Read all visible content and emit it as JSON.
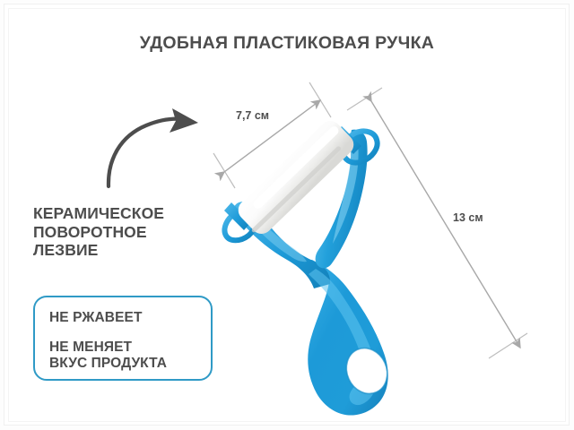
{
  "page": {
    "background_color": "#ffffff",
    "frame_color": "#f0f0f0"
  },
  "header": {
    "title": "УДОБНАЯ ПЛАСТИКОВАЯ РУЧКА"
  },
  "features": {
    "blade_label_line1": "КЕРАМИЧЕСКОЕ",
    "blade_label_line2": "ПОВОРОТНОЕ",
    "blade_label_line3": "ЛЕЗВИЕ"
  },
  "info_box": {
    "border_color": "#2f9ac6",
    "line1": "НЕ РЖАВЕЕТ",
    "line2_part1": "НЕ МЕНЯЕТ",
    "line2_part2": "ВКУС ПРОДУКТА"
  },
  "dimensions": {
    "blade_width": "7,7 см",
    "total_length": "13 см",
    "line_color": "#a8a8a8"
  },
  "product": {
    "name": "ceramic-vegetable-peeler",
    "handle_color": "#1d9ad8",
    "handle_highlight_color": "#56bceb",
    "handle_shadow_color": "#1380bb",
    "blade_color": "#f7f7f7",
    "blade_shadow_color": "#dededc"
  },
  "annotations": {
    "pointer_arrow": "curved-arrow-pointing-right",
    "pointer_color": "#4d4d4d"
  }
}
